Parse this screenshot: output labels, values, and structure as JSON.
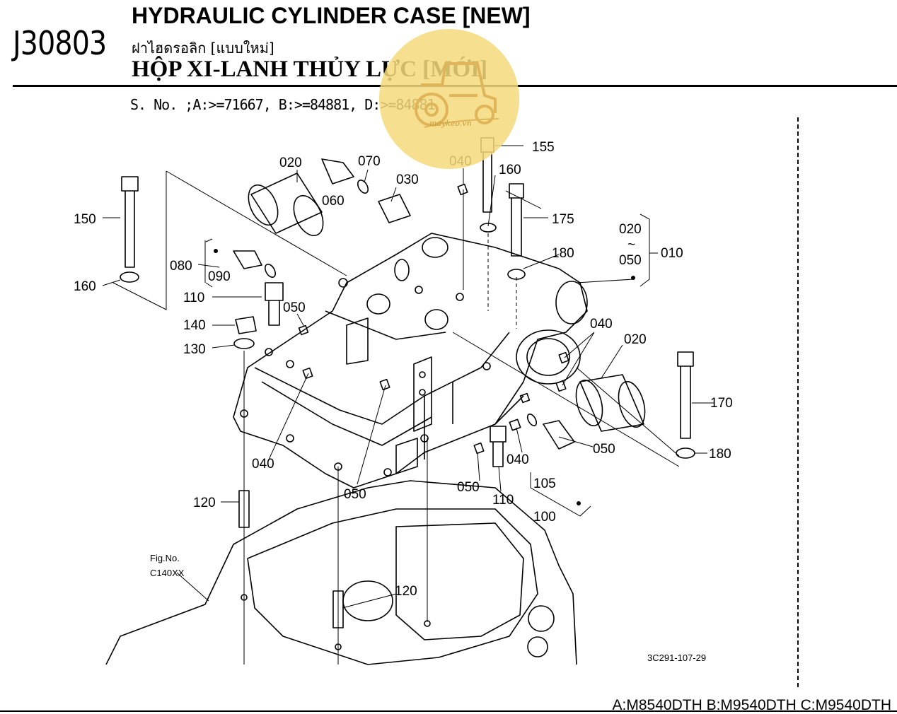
{
  "header": {
    "code": "J30803",
    "title_en": "HYDRAULIC CYLINDER CASE [NEW]",
    "title_th": "ฝาไฮดรอลิก [แบบใหม่]",
    "title_vi": "HỘP XI-LANH THỦY LỰC [MỚI]",
    "serial": "S. No. ;A:>=71667, B:>=84881, D:>=84881"
  },
  "watermark": {
    "text": "maykeo.vn",
    "color": "#f5d97a"
  },
  "parts": {
    "p155": "155",
    "p160a": "160",
    "p175": "175",
    "p180a": "180",
    "p020a": "020",
    "p070": "070",
    "p060": "060",
    "p030": "030",
    "p040a": "040",
    "p150": "150",
    "p160b": "160",
    "p080": "080",
    "p090": "090",
    "p110a": "110",
    "p050a": "050",
    "p140": "140",
    "p130": "130",
    "p010_from": "020",
    "p010_tilde": "~",
    "p010_to": "050",
    "p010": "010",
    "p040b": "040",
    "p020b": "020",
    "p170": "170",
    "p180b": "180",
    "p050b": "050",
    "p040c": "040",
    "p105": "105",
    "p100": "100",
    "p040d": "040",
    "p050c": "050",
    "p050d": "050",
    "p110b": "110",
    "p120a": "120",
    "p120b": "120"
  },
  "figref": {
    "label": "Fig.No.",
    "value": "C140XX"
  },
  "drawing_number": "3C291-107-29",
  "footer": {
    "models": "A:M8540DTH B:M9540DTH C:M9540DTH"
  }
}
